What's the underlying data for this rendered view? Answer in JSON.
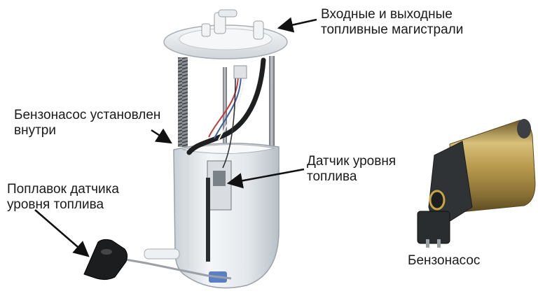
{
  "labels": {
    "inlet_outlet": {
      "line1": "Входные и выходные",
      "line2": "топливные магистрали"
    },
    "pump_inside": {
      "line1": "Бензонасос установлен",
      "line2": "внутри"
    },
    "level_sensor": {
      "line1": "Датчик уровня",
      "line2": "топлива"
    },
    "float": {
      "line1": "Поплавок датчика",
      "line2": "уровня топлива"
    },
    "pump": {
      "line1": "Бензонасос"
    }
  },
  "colors": {
    "text": "#1a1a1a",
    "arrow": "#111111",
    "housing": "#e9edf0",
    "pump_body": "#b99a4e",
    "pump_cap": "#2c3033"
  }
}
